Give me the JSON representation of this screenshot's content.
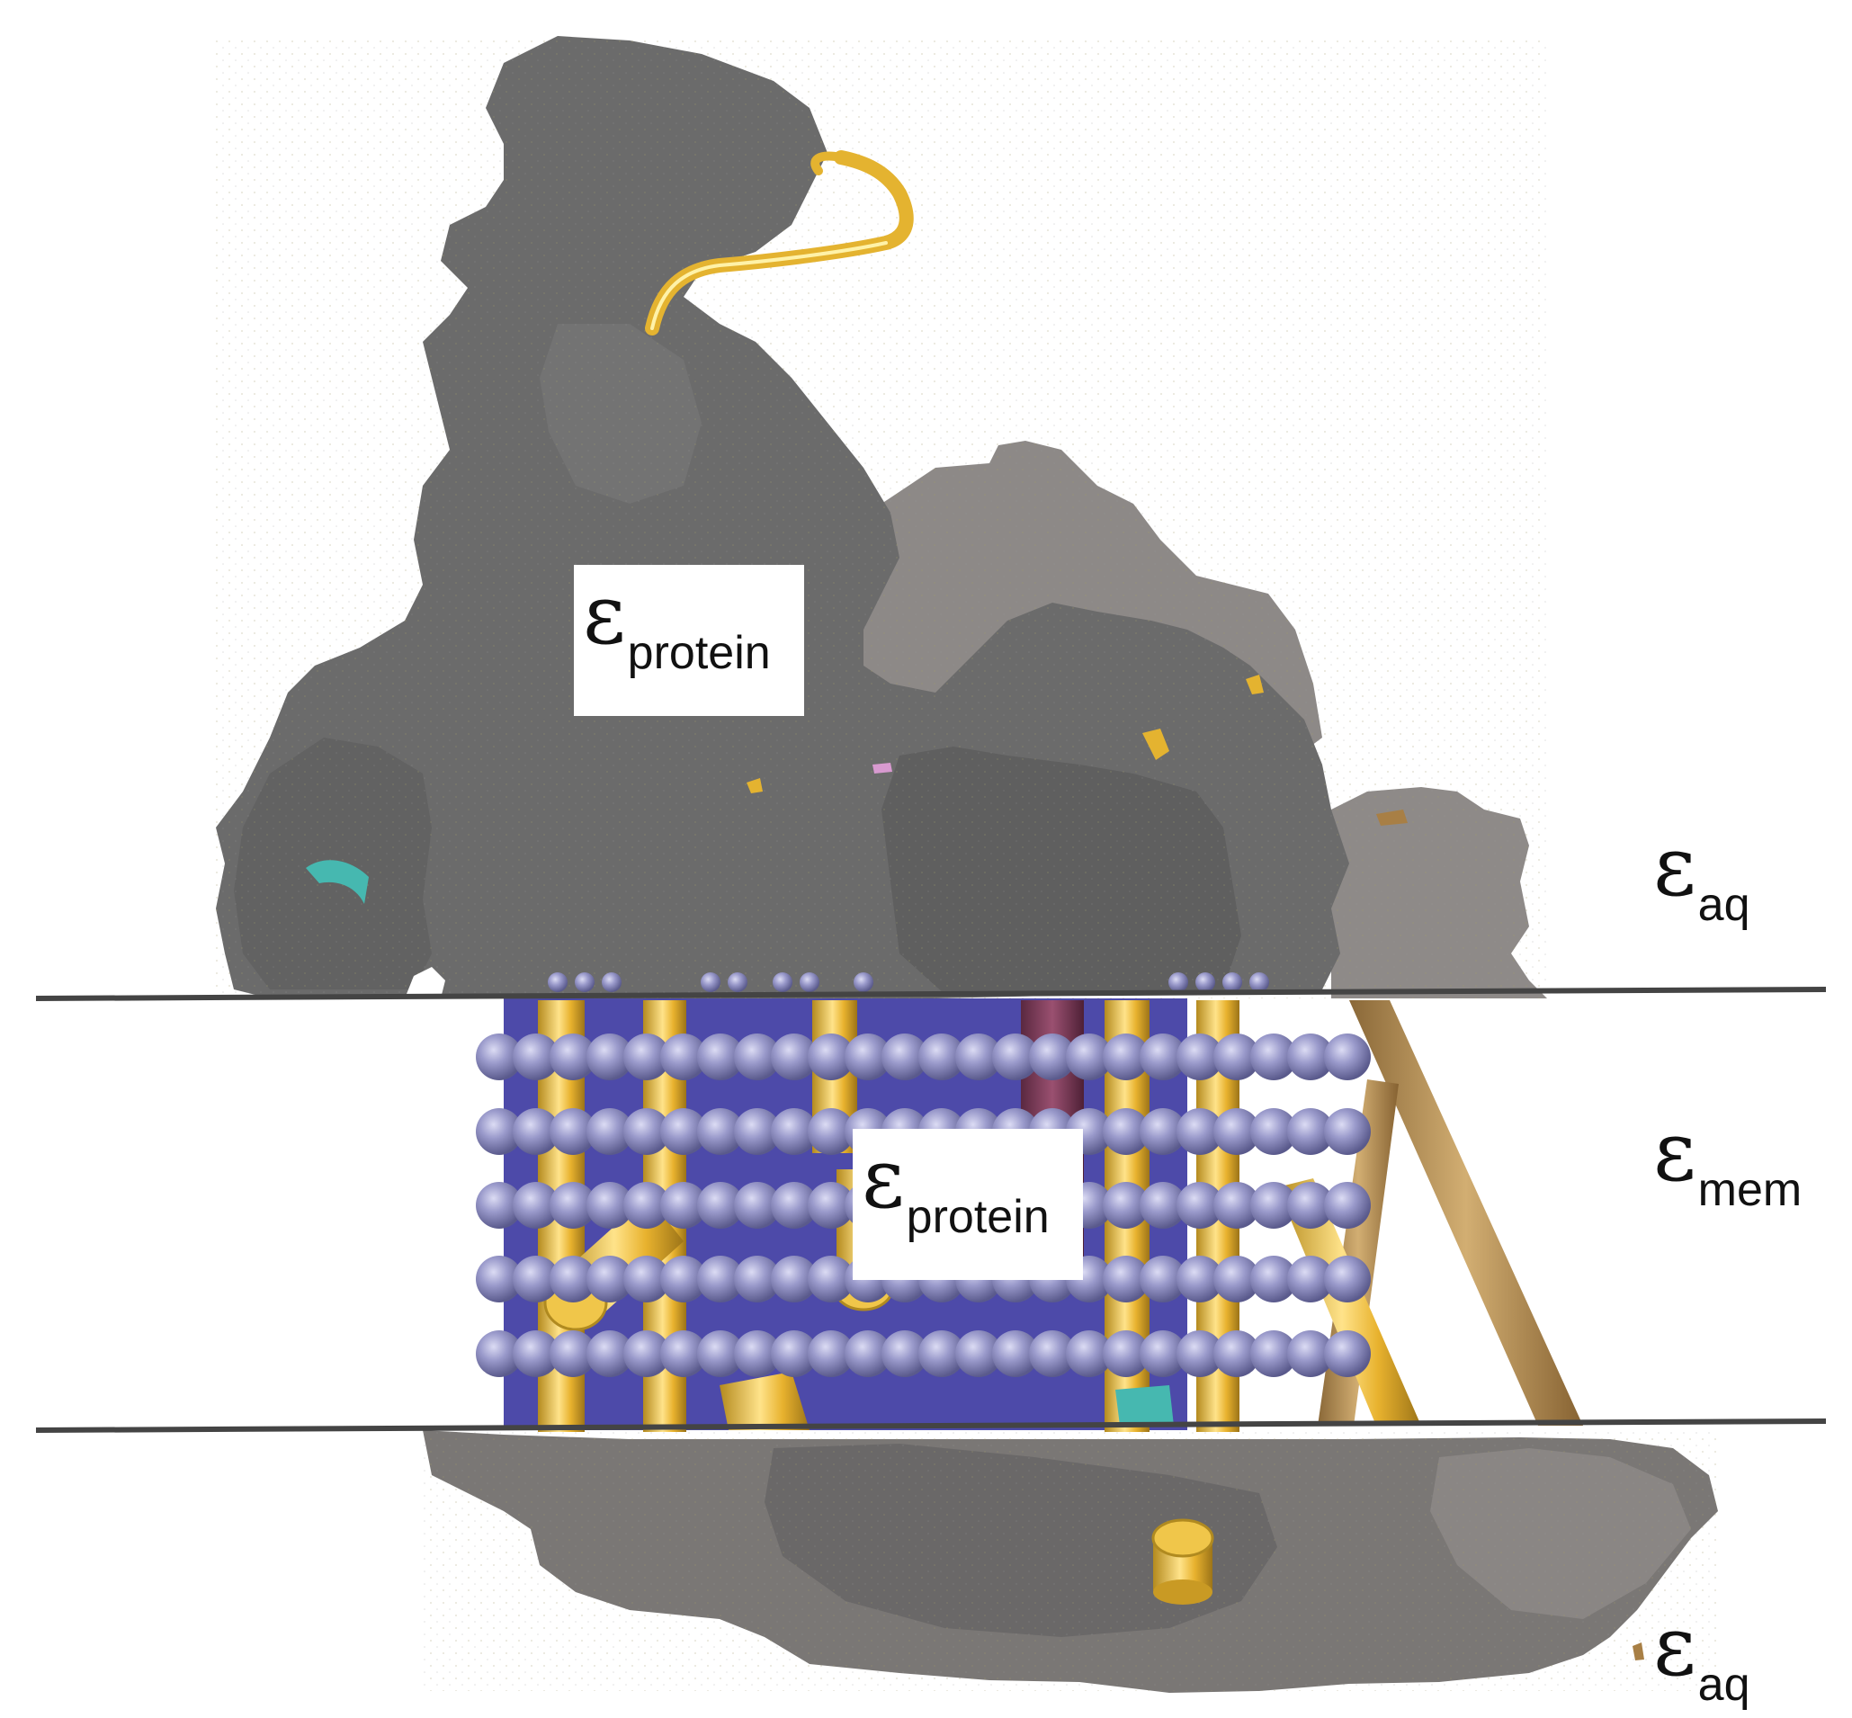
{
  "figure": {
    "labels": {
      "protein_top": {
        "symbol": "ε",
        "subscript": "protein"
      },
      "protein_membrane": {
        "symbol": "ε",
        "subscript": "protein"
      },
      "aqueous_top": {
        "symbol": "ε",
        "subscript": "aq"
      },
      "membrane": {
        "symbol": "ε",
        "subscript": "mem"
      },
      "aqueous_bottom": {
        "symbol": "ε",
        "subscript": "aq"
      }
    },
    "colors": {
      "protein_surface": "#6a6a6a",
      "protein_surface_light": "#8a8684",
      "membrane_lines": "#444444",
      "lipid_spheres": "#8c8cbe",
      "helices": "#e4b330",
      "tilted_helix": "#a87f45",
      "pore_helix": "#7a3a55",
      "inner_mesh": "#2e2a9a",
      "ribbon_cyan": "#46b8b0",
      "background": "#ffffff"
    }
  }
}
